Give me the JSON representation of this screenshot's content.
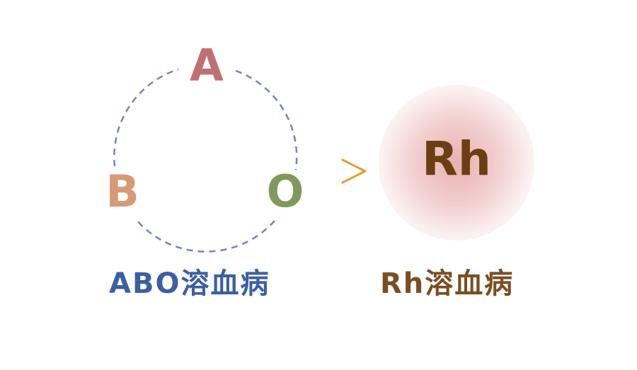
{
  "left_group": {
    "node_a": "A",
    "node_b": "B",
    "node_o": "O",
    "caption": "ABO溶血病"
  },
  "comparison": {
    "symbol": ">"
  },
  "right_group": {
    "label": "Rh",
    "caption": "Rh溶血病"
  },
  "colors": {
    "node_a": "#c07072",
    "node_b": "#d79a75",
    "node_o": "#7f9a5c",
    "ring_dash": "#7b80bf",
    "caption_abo": "#3b5fa3",
    "rh_text": "#6b3f12",
    "caption_rh": "#7a4e22",
    "glow": "#e29a9a",
    "comparison_symbol": "#e39b2e"
  }
}
